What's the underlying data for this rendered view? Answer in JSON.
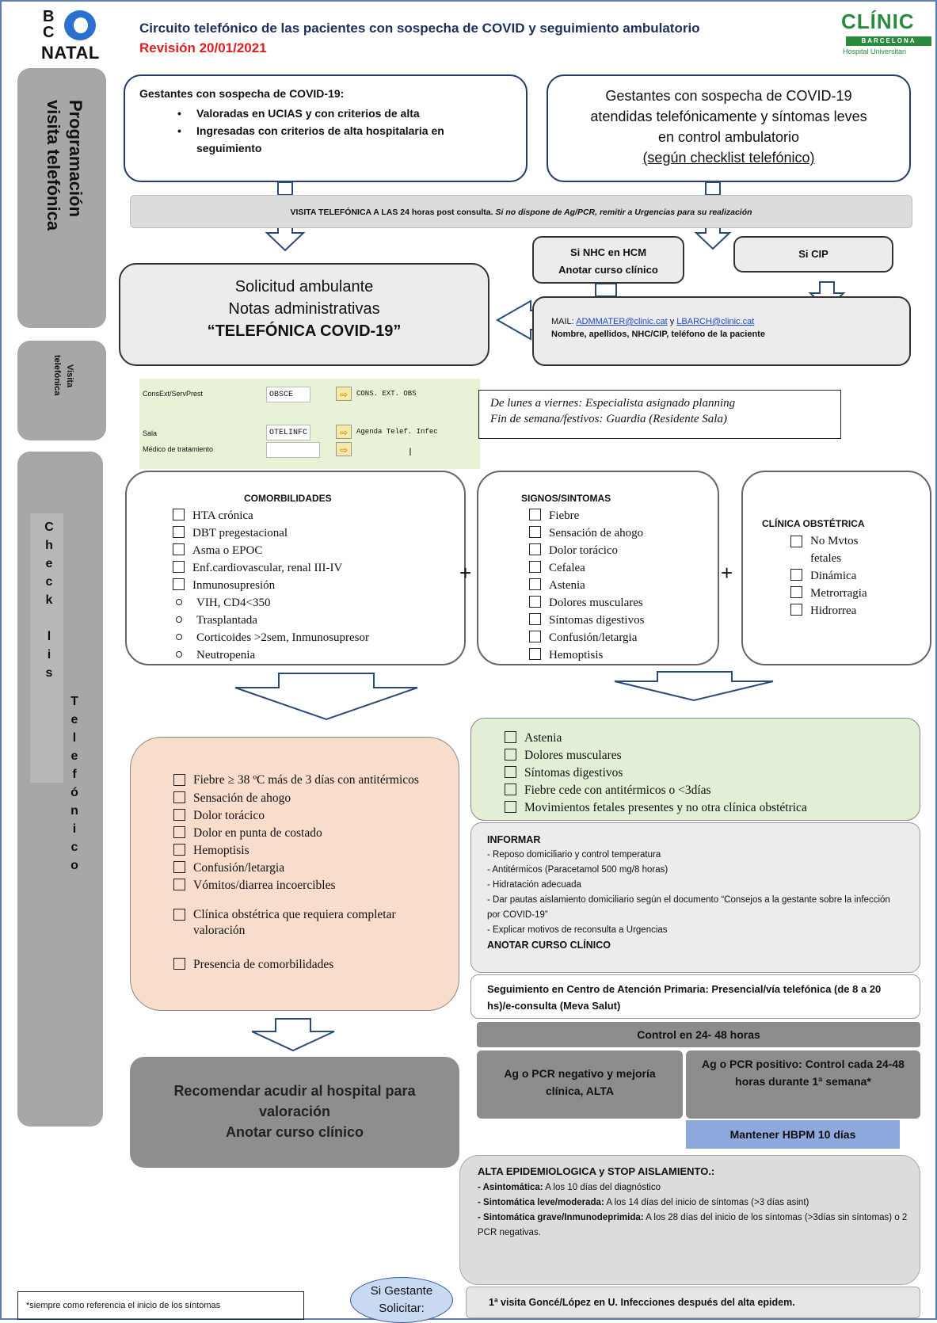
{
  "header": {
    "logo_left_line1": "B",
    "logo_left_line2": "C",
    "logo_left_line3": "NATAL",
    "title": "Circuito telefónico de las pacientes con sospecha de COVID y seguimiento ambulatorio",
    "revision": "Revisión 20/01/2021",
    "logo_right_main": "CLÍNIC",
    "logo_right_band": "BARCELONA",
    "logo_right_sub": "Hospital Universitari"
  },
  "sidebar": {
    "programacion_line1": "Programación",
    "programacion_line2": "visita telefónica",
    "visita_line1": "Visita",
    "visita_line2": "telefónica",
    "check_letters": [
      "C",
      "h",
      "e",
      "c",
      "k",
      "",
      "l",
      "i",
      "s"
    ],
    "telefonico_letters": [
      "T",
      "e",
      "l",
      "e",
      "f",
      "ó",
      "n",
      "i",
      "c",
      "o"
    ]
  },
  "section1": {
    "left_box_title": "Gestantes con sospecha de COVID-19:",
    "left_box_bullets": [
      "Valoradas en UCIAS y con criterios de alta",
      "Ingresadas con criterios de alta hospitalaria en seguimiento"
    ],
    "right_box_lines": [
      "Gestantes con sospecha de COVID-19",
      "atendidas telefónicamente y síntomas leves",
      "en control ambulatorio"
    ],
    "right_box_link": "(según checklist telefónico)",
    "banner_bold": "VISITA TELEFÓNICA A LAS 24 horas post consulta.",
    "banner_italic": "Si no dispone de Ag/PCR, remitir a Urgencias para su realización",
    "nhc_line1": "Si NHC en HCM",
    "nhc_line2": "Anotar curso clínico",
    "cip": "Si CIP",
    "solicitud_line1": "Solicitud ambulante",
    "solicitud_line2": "Notas administrativas",
    "solicitud_line3": "“TELEFÓNICA COVID-19”",
    "mail_prefix": "MAIL:",
    "mail_1": "ADMMATER@clinic.cat",
    "mail_join": "y",
    "mail_2": "LBARCH@clinic.cat",
    "mail_line2": "Nombre, apellidos, NHC/CIP, teléfono de la paciente"
  },
  "sap": {
    "row1_label": "ConsExt/ServPrest",
    "row1_value": "OBSCE",
    "row1_desc": "CONS. EXT. OBS",
    "row2_label": "Sala",
    "row2_value": "OTELINFC",
    "row2_desc": "Agenda Telef. Infec",
    "row3_label": "Médico de tratamiento",
    "row3_value": ""
  },
  "schedule": {
    "line1": "De lunes a viernes: Especialista asignado planning",
    "line2": "Fin de semana/festivos: Guardia (Residente Sala)"
  },
  "checklist": {
    "comorb_title": "COMORBILIDADES",
    "comorb_checks": [
      "HTA crónica",
      "DBT pregestacional",
      "Asma o EPOC",
      "Enf.cardiovascular, renal III-IV",
      "Inmunosupresión"
    ],
    "comorb_circles": [
      "VIH, CD4<350",
      "Trasplantada",
      "Corticoides >2sem, Inmunosupresor",
      "Neutropenia"
    ],
    "plus": "+",
    "signos_title": "SIGNOS/SINTOMAS",
    "signos_checks": [
      "Fiebre",
      "Sensación de ahogo",
      "Dolor torácico",
      "Cefalea",
      "Astenia",
      "Dolores musculares",
      "Síntomas digestivos",
      "Confusión/letargia",
      "Hemoptisis"
    ],
    "obst_title": "CLÍNICA OBSTÉTRICA",
    "obst_checks": [
      "No Mvtos fetales",
      "Dinámica",
      "Metrorragia",
      "Hidrorrea"
    ]
  },
  "severe": {
    "checks": [
      "Fiebre ≥ 38 ºC más de 3 días con antitérmicos",
      "Sensación de ahogo",
      "Dolor torácico",
      "Dolor en punta de costado",
      "Hemoptisis",
      "Confusión/letargia",
      "Vómitos/diarrea incoercibles"
    ],
    "obst": "Clínica obstétrica que requiera completar valoración",
    "comorb": "Presencia de comorbilidades",
    "result_line1": "Recomendar acudir al hospital para",
    "result_line2": "valoración",
    "result_line3": "Anotar curso clínico"
  },
  "mild": {
    "checks": [
      "Astenia",
      "Dolores musculares",
      "Síntomas digestivos",
      "Fiebre cede con antitérmicos o <3días",
      "Movimientos fetales presentes y no otra clínica obstétrica"
    ],
    "informar_title": "INFORMAR",
    "informar_items": [
      "- Reposo domiciliario y control temperatura",
      "- Antitérmicos (Paracetamol 500 mg/8 horas)",
      "- Hidratación adecuada",
      "- Dar pautas aislamiento domiciliario según el documento “Consejos a la gestante sobre la infección por COVID-19”",
      "- Explicar motivos de reconsulta a Urgencias"
    ],
    "informar_footer": "ANOTAR CURSO CLÍNICO",
    "seguimiento": "Seguimiento en Centro de Atención Primaria:  Presencial/vía telefónica (de 8 a 20 hs)/e-consulta (Meva Salut)",
    "control": "Control en 24- 48 horas",
    "negativo": "Ag o PCR negativo y mejoría clínica, ALTA",
    "positivo": "Ag o PCR positivo: Control cada 24-48 horas durante 1ª semana*",
    "hbpm": "Mantener HBPM 10 días"
  },
  "alta": {
    "title": "ALTA EPIDEMIOLOGICA y STOP AISLAMIENTO.:",
    "item1_bold": "- Asintomática:",
    "item1_text": " A los 10 días del diagnóstico",
    "item2_bold": "- Sintomática leve/moderada:",
    "item2_text": " A los 14 días del inicio de síntomas (>3 días asint)",
    "item3_bold": "- Sintomática grave/Inmunodeprimida:",
    "item3_text": " A los 28 días del inicio de los síntomas (>3días sin síntomas) o 2 PCR negativas."
  },
  "footer": {
    "note": "*siempre como referencia el inicio de los síntomas",
    "oval_line1": "Si Gestante",
    "oval_line2": "Solicitar:",
    "visita": "1ª visita Goncé/López en U. Infecciones después del alta epidem."
  }
}
